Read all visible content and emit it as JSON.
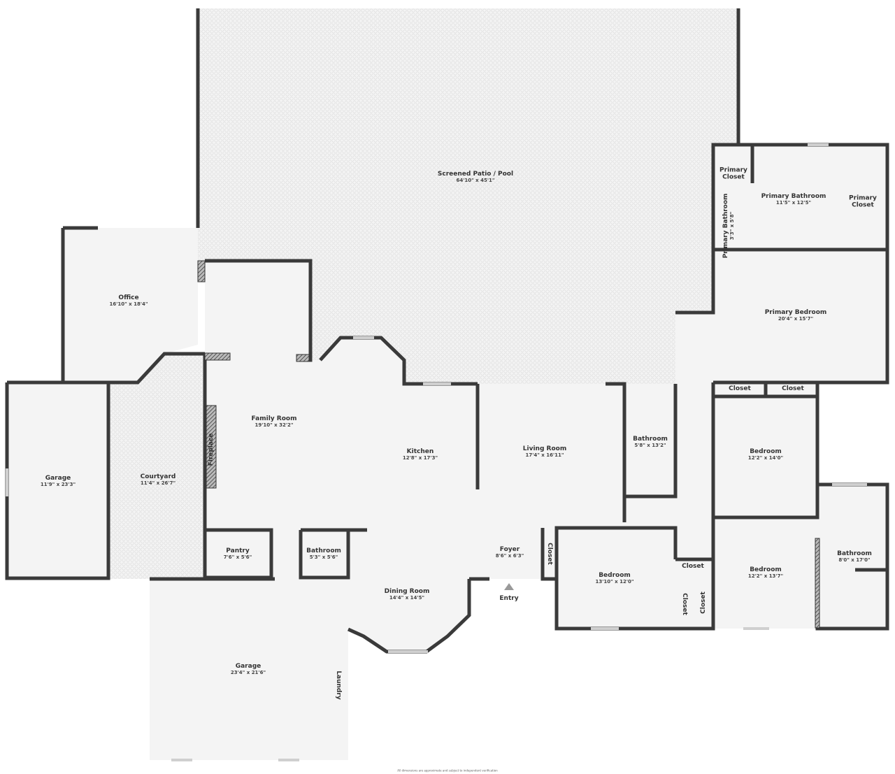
{
  "colors": {
    "wall": "#3a3a3a",
    "floor": "#f4f4f4",
    "patio_pattern": "#e4e4e4",
    "window": "#cfcfcf"
  },
  "rooms": [
    {
      "name": "Screened Patio / Pool",
      "dims": "64'10\" x 45'1\""
    },
    {
      "name": "Primary Closet",
      "dims": ""
    },
    {
      "name": "Primary Bathroom",
      "dims": "11'5\" x 12'5\""
    },
    {
      "name": "Primary Closet",
      "dims": ""
    },
    {
      "name": "Primary Bathroom",
      "dims": "3'3\" x 5'8\""
    },
    {
      "name": "Office",
      "dims": "16'10\" x 18'4\""
    },
    {
      "name": "Primary Bedroom",
      "dims": "20'4\" x 15'7\""
    },
    {
      "name": "Closet",
      "dims": ""
    },
    {
      "name": "Closet",
      "dims": ""
    },
    {
      "name": "Family Room",
      "dims": "19'10\" x 32'2\""
    },
    {
      "name": "Kitchen",
      "dims": "12'8\" x 17'3\""
    },
    {
      "name": "Living Room",
      "dims": "17'4\" x 16'11\""
    },
    {
      "name": "Bathroom",
      "dims": "5'8\" x 13'2\""
    },
    {
      "name": "Bedroom",
      "dims": "12'2\" x 14'0\""
    },
    {
      "name": "Garage",
      "dims": "11'9\" x 23'3\""
    },
    {
      "name": "Courtyard",
      "dims": "11'4\" x 26'7\""
    },
    {
      "name": "Fireplace",
      "dims": ""
    },
    {
      "name": "Pantry",
      "dims": "7'6\" x 5'6\""
    },
    {
      "name": "Bathroom",
      "dims": "5'3\" x 5'6\""
    },
    {
      "name": "Foyer",
      "dims": "8'6\" x 6'3\""
    },
    {
      "name": "Closet",
      "dims": ""
    },
    {
      "name": "Bathroom",
      "dims": "8'0\" x 17'0\""
    },
    {
      "name": "Closet",
      "dims": ""
    },
    {
      "name": "Bedroom",
      "dims": "12'2\" x 13'7\""
    },
    {
      "name": "Bedroom",
      "dims": "13'10\" x 12'0\""
    },
    {
      "name": "Dining Room",
      "dims": "14'4\" x 14'5\""
    },
    {
      "name": "Closet",
      "dims": ""
    },
    {
      "name": "Closet",
      "dims": ""
    },
    {
      "name": "Garage",
      "dims": "23'4\" x 21'6\""
    },
    {
      "name": "Laundry",
      "dims": ""
    }
  ],
  "entry_label": "Entry",
  "footer_note": "All dimensions are approximate and subject to independent verification"
}
